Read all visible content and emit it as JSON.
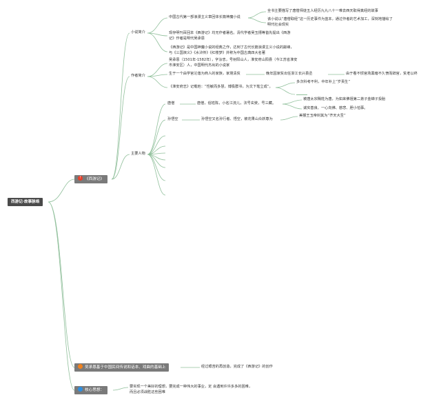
{
  "root": {
    "label": "西游记·故事脉络"
  },
  "branches": {
    "xiyouji": {
      "label": "《西游记》",
      "icon": "!",
      "icon_color": "#e8412c"
    },
    "origin": {
      "label": "吴承恩基于中国民间传说和话本、戏曲的基础上",
      "icon_color": "#f0821e",
      "detail": "经过艰苦的再创造，完成了《西游记》的创作"
    },
    "core": {
      "label": "核心思想：",
      "icon_color": "#2f8fe0",
      "detail_1": "要实现一个美好的理想，要完成一种伟大的事业，定 会遇到许许多多的困难，",
      "detail_2": "而且必须战胜这些困难"
    }
  },
  "intro": {
    "label": "小说简介",
    "item1": "中国古代第一部浪漫主义章回体长篇神魔小说",
    "item1_sub1": "全书主要描写了唐僧师徒五人经历九九八十一难去西天取得真经的故事",
    "item1_sub2a": "该小说以“唐僧取经”这一历史事件为蓝本，通过作者的艺术加工，深刻地描绘了",
    "item1_sub2b": "明代社会现实",
    "item2a": "现存明刊百回本《西游记》均无作者署名。清代学者吴玉搢等首先提出《西游",
    "item2b": "记》作者是明代吴承恩",
    "item3a": "《西游记》是中国神魔小说的经典之作，达到了古代长篇浪漫主义小说的巅峰，",
    "item3b": "与《三国演义》《水浒传》《红楼梦》并称为中国古典四大名著"
  },
  "author": {
    "label": "作者简介",
    "bio_a": "吴承恩（1501年-1582年），字汝忠，号射阳山人，淮安府山阳县（今江苏省淮安",
    "bio_b": "市淮安区）人，中国明代杰出的小说家",
    "family": "生于一个由学官沦落为商人的家族，家境清贫",
    "family_sub": "晚年因家贫出任浙江长兴县丞",
    "family_sub2": "由于看不惯官场黑暗不久愤而辞官，贫老以终",
    "record": "《淮安府志》记载他：“性敏而多慧，博极群书，为文下笔立成”。",
    "record_sub1": "多次科考不利，中年补上“岁贡生”"
  },
  "characters": {
    "label": "主要人物",
    "tangseng": "唐僧",
    "tangseng_desc": "唐僧，俗姓陈，小名江流儿，法号玄奘，号三藏。",
    "tangseng_sub1": "被唐太宗赐姓为唐，为如来佛祖第二弟子金蝉子投胎",
    "tangseng_sub2": "诚实善良、一心向佛、慈悲、胆小怕事。",
    "wukong": "孙悟空",
    "wukong_desc": "孙悟空又名孙行者、悟空，被花果山众妖尊为",
    "wukong_sub": "美猴王玉帝封其为“齐天大圣”"
  }
}
